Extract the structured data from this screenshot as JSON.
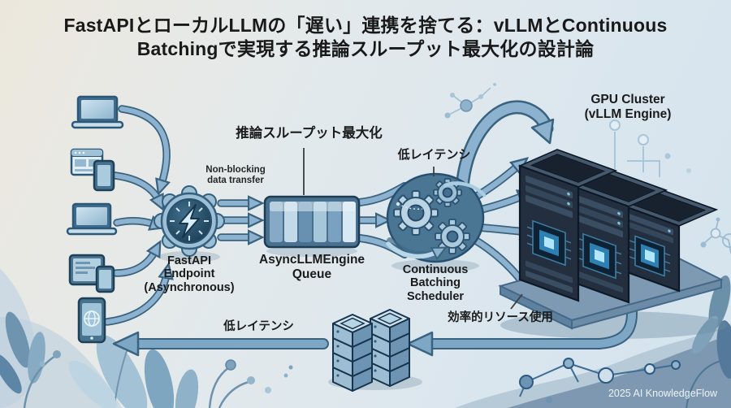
{
  "title": {
    "line1": "FastAPIとローカルLLMの「遅い」連携を捨てる：vLLMとContinuous",
    "line2": "Batchingで実現する推論スループット最大化の設計論"
  },
  "nodes": {
    "fastapi": {
      "l1": "FastAPI",
      "l2": "Endpoint",
      "l3": "(Asynchronous)"
    },
    "queue": {
      "l1": "AsyncLLMEngine",
      "l2": "Queue"
    },
    "scheduler": {
      "l1": "Continuous",
      "l2": "Batching",
      "l3": "Scheduler"
    },
    "gpu": {
      "l1": "GPU Cluster",
      "l2": "(vLLM Engine)"
    }
  },
  "annotations": {
    "non_blocking_l1": "Non-blocking",
    "non_blocking_l2": "data transfer",
    "throughput_max": "推論スループット最大化",
    "low_latency_top": "低レイテンシ",
    "efficient_resource": "効率的リソース使用",
    "low_latency_bottom": "低レイテンシ"
  },
  "footer": {
    "credit": "2025 AI KnowledgeFlow"
  },
  "icons": {
    "laptop-icon": "client laptop",
    "browser-window-icon": "web client",
    "smartphone-icon": "mobile client",
    "tablet-icon": "tablet client",
    "smartphone-globe-icon": "mobile web client",
    "lightning-bolt-icon": "fast async endpoint",
    "queue-icon": "request queue",
    "gears-icon": "batching scheduler",
    "gpu-server-rack-icon": "vLLM GPU cluster",
    "server-stack-icon": "resource pool"
  },
  "colors": {
    "arrow_fill": "#8cb2cf",
    "arrow_outline": "#3a637f",
    "server_dark": "#232f3f",
    "chip_glow": "#b2e6fb",
    "wave": "#7d98b0",
    "text": "#1b1b1b"
  }
}
